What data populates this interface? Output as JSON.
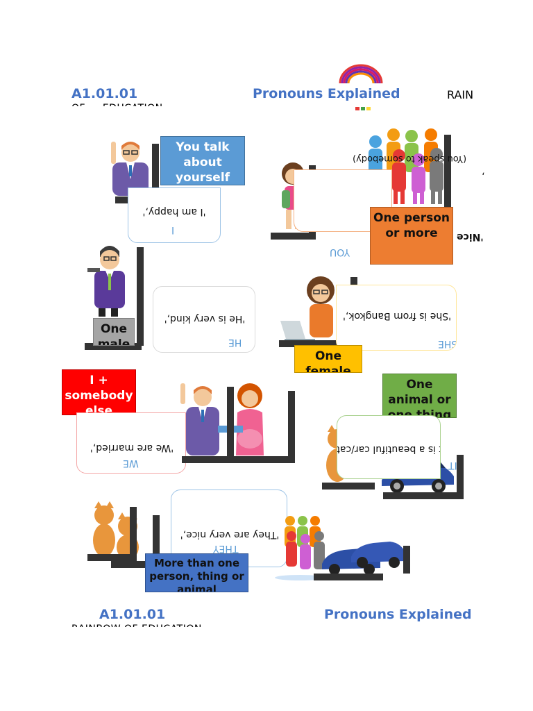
{
  "header": {
    "code": "A1.01.01",
    "title": "Pronouns Explained",
    "brand_fragment": "RAIN",
    "clipped_line": "OF ... EDUCATION"
  },
  "footer": {
    "code": "A1.01.01",
    "title": "Pronouns Explained",
    "clipped_line": "RAINBOW OF EDUCATION"
  },
  "sections": {
    "i": {
      "box": "You talk about yourself",
      "example": "'I am happy,'",
      "pronoun": "I"
    },
    "you": {
      "box": "One person or more",
      "example": "'Nice",
      "note": "(You speak to somebody)",
      "comma": ",",
      "pronoun": "YOU"
    },
    "he": {
      "box": "One male",
      "example": "'He is very kind,'",
      "pronoun": "HE"
    },
    "she": {
      "box": "One female",
      "example": "'She is from Bangkok,'",
      "pronoun": "SHE"
    },
    "we": {
      "box": "I + somebody else",
      "example": "'We are married,'",
      "pronoun": "WE"
    },
    "it": {
      "box": "One animal or one thing",
      "example": "'It is a beautiful car/cat,'",
      "pronoun": "IT"
    },
    "they": {
      "box": "More than one person, thing or animal",
      "example": "'They are very nice,'",
      "pronoun": "THEY"
    }
  },
  "colors": {
    "heading_blue": "#4472c4",
    "box_blue": "#5b9bd5",
    "box_orange": "#ed7d31",
    "box_gray": "#a5a5a5",
    "box_yellow": "#ffc000",
    "box_red": "#ff0000",
    "box_green": "#70ad47",
    "box_navy": "#4472c4",
    "bar": "#333333"
  },
  "icons": [
    "rainbow-logo",
    "teacher-man-icon",
    "businessman-icon",
    "girl-student-icon",
    "woman-laptop-icon",
    "couple-icon",
    "plus-icon",
    "cat-icon",
    "car-icon",
    "people-group-icon"
  ]
}
